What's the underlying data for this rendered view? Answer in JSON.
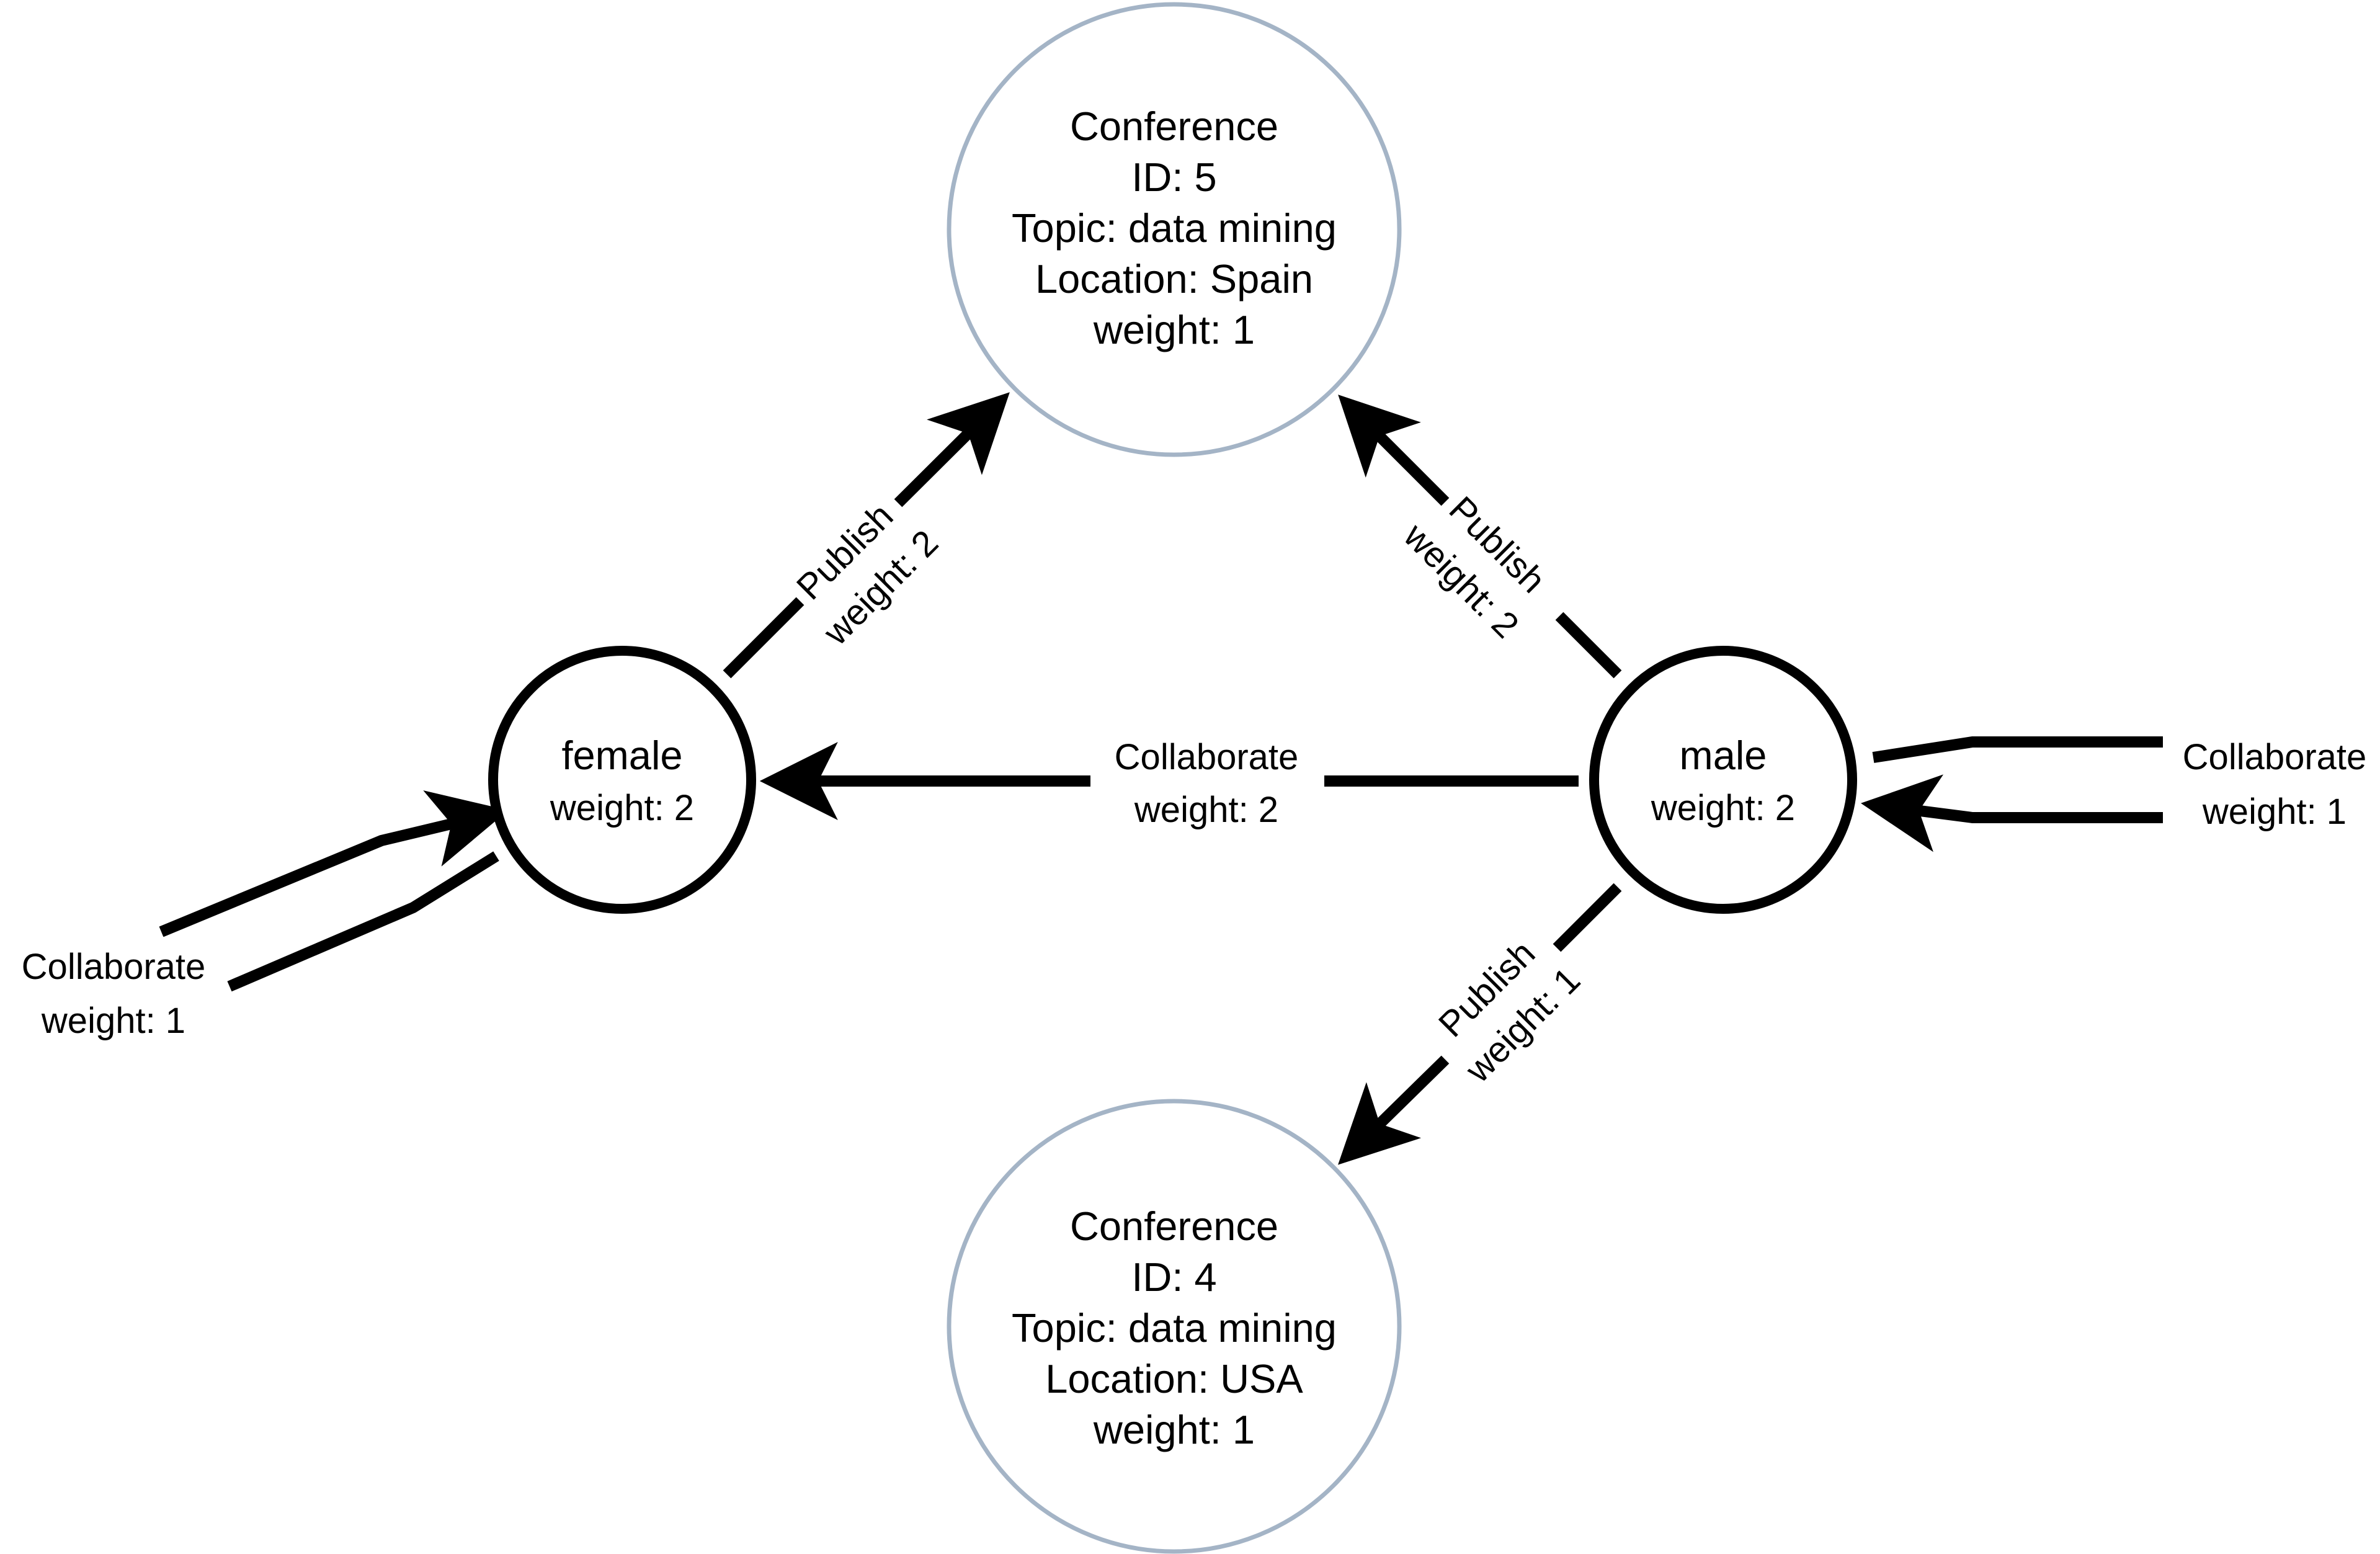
{
  "colors": {
    "conference_stroke": "#a4b4c6",
    "node_stroke": "#000000",
    "edge": "#000000",
    "background": "#ffffff"
  },
  "nodes": {
    "conf5": {
      "lines": [
        "Conference",
        "ID: 5",
        "Topic: data mining",
        "Location: Spain",
        "weight: 1"
      ]
    },
    "conf4": {
      "lines": [
        "Conference",
        "ID: 4",
        "Topic: data mining",
        "Location: USA",
        "weight: 1"
      ]
    },
    "female": {
      "title": "female",
      "weight": "weight: 2"
    },
    "male": {
      "title": "male",
      "weight": "weight: 2"
    }
  },
  "edges": {
    "female_conf5": {
      "label": "Publish",
      "weight": "weight: 2"
    },
    "male_conf5": {
      "label": "Publish",
      "weight": "weight: 2"
    },
    "male_female": {
      "label": "Collaborate",
      "weight": "weight: 2"
    },
    "male_conf4": {
      "label": "Publish",
      "weight": "weight: 1"
    },
    "female_self": {
      "label": "Collaborate",
      "weight": "weight: 1"
    },
    "male_self": {
      "label": "Collaborate",
      "weight": "weight: 1"
    }
  }
}
